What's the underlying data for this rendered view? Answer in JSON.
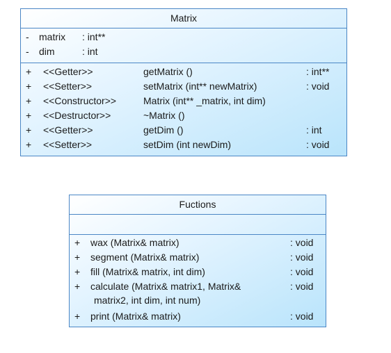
{
  "matrix_class": {
    "name": "Matrix",
    "attributes": [
      {
        "vis": "-",
        "name": "matrix",
        "type": ": int**"
      },
      {
        "vis": "-",
        "name": "dim",
        "type": ": int"
      }
    ],
    "operations": [
      {
        "vis": "+",
        "stereotype": "<<Getter>>",
        "signature": "getMatrix ()",
        "returns": ": int**"
      },
      {
        "vis": "+",
        "stereotype": "<<Setter>>",
        "signature": "setMatrix (int** newMatrix)",
        "returns": ": void"
      },
      {
        "vis": "+",
        "stereotype": "<<Constructor>>",
        "signature": "Matrix (int** _matrix, int dim)",
        "returns": ""
      },
      {
        "vis": "+",
        "stereotype": "<<Destructor>>",
        "signature": "~Matrix ()",
        "returns": ""
      },
      {
        "vis": "+",
        "stereotype": "<<Getter>>",
        "signature": "getDim ()",
        "returns": ": int"
      },
      {
        "vis": "+",
        "stereotype": "<<Setter>>",
        "signature": "setDim (int newDim)",
        "returns": ": void"
      }
    ]
  },
  "fuctions_class": {
    "name": "Fuctions",
    "operations": [
      {
        "vis": "+",
        "signature": "wax (Matrix& matrix)",
        "returns": ": void"
      },
      {
        "vis": "+",
        "signature": "segment (Matrix& matrix)",
        "returns": ": void"
      },
      {
        "vis": "+",
        "signature": "fill (Matrix& matrix, int dim)",
        "returns": ": void"
      },
      {
        "vis": "+",
        "signature": "calculate (Matrix& matrix1, Matrix&",
        "signature_cont": "matrix2, int dim, int num)",
        "returns": ": void"
      },
      {
        "vis": "+",
        "signature": "print (Matrix& matrix)",
        "returns": ": void"
      }
    ]
  }
}
